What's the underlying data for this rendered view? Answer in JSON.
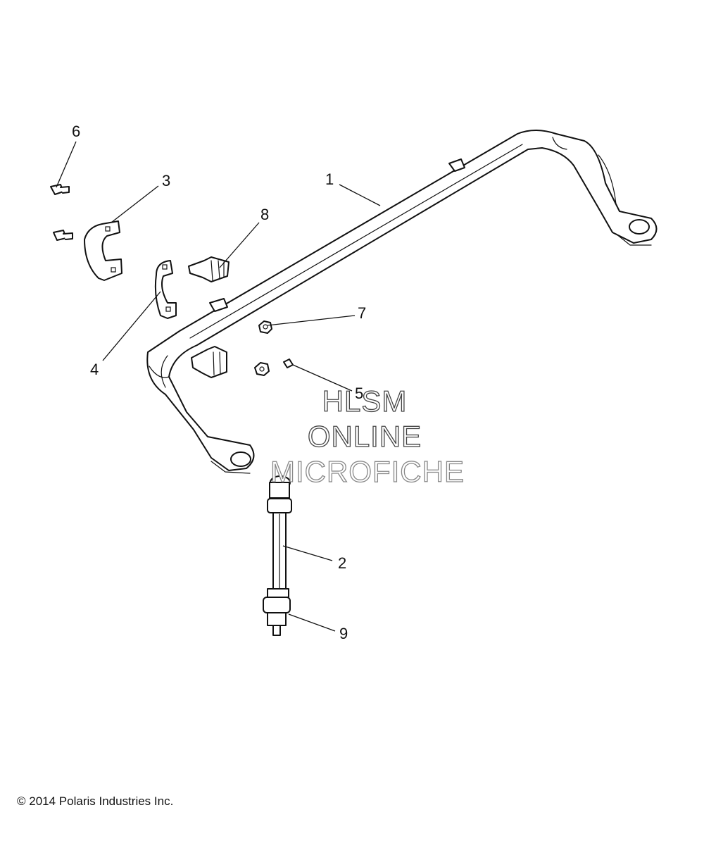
{
  "callouts": {
    "c1": "1",
    "c2": "2",
    "c3": "3",
    "c4": "4",
    "c5": "5",
    "c6": "6",
    "c7": "7",
    "c8": "8",
    "c9": "9"
  },
  "watermark": {
    "line1": "HLSM",
    "line2": "ONLINE",
    "line3": "MICROFICHE"
  },
  "copyright": "© 2014 Polaris Industries Inc."
}
